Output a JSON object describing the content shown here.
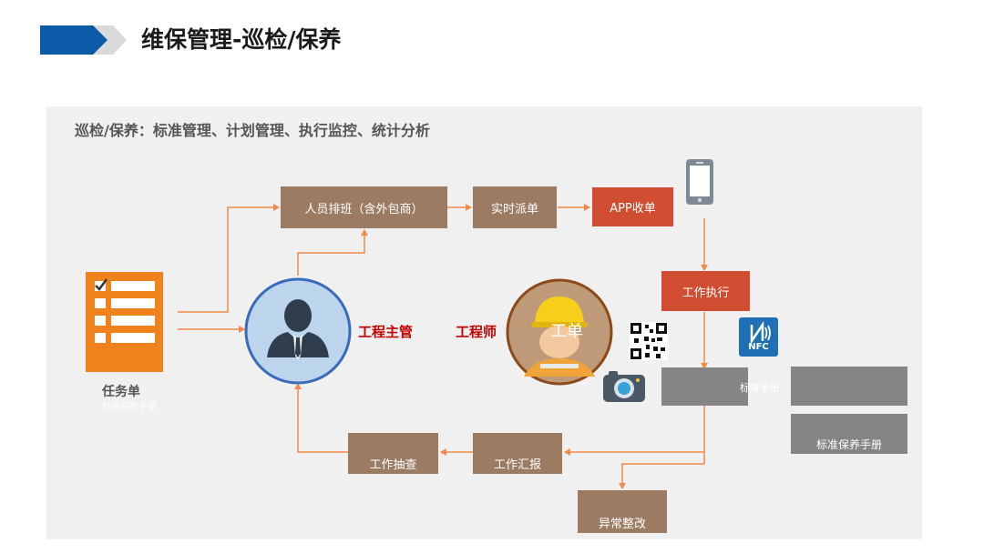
{
  "page": {
    "title": "维保管理-巡检/保养",
    "subtitle": "巡检/保养：标准管理、计划管理、执行监控、统计分析"
  },
  "colors": {
    "accent_blue": "#0b5aa8",
    "box_brown": "#9c7b63",
    "box_red": "#d14d32",
    "box_gray": "#858585",
    "arrow_orange": "#f08a4b",
    "role_red": "#c00000"
  },
  "nodes": {
    "task_list": "任务单",
    "task_list_sub": "标准巡检手册",
    "staff_schedule": "人员排班（含外包商）",
    "realtime_dispatch": "实时派单",
    "app_receive": "APP收单",
    "work_execute": "工作执行",
    "manual_overlay": "标准手册",
    "maintenance_manual": "标准保养手册",
    "work_spot_check": "工作抽查",
    "work_report": "工作汇报",
    "abnormal_fix": "异常整改"
  },
  "roles": {
    "engineering_manager": "工程主管",
    "engineer": "工程师",
    "engineer_avatar_text": "工单"
  },
  "icons": [
    "phone-icon",
    "qr-code-icon",
    "nfc-icon",
    "camera-icon",
    "clipboard-checklist-icon",
    "manager-avatar-icon",
    "engineer-avatar-icon"
  ],
  "nfc_label": "NFC"
}
